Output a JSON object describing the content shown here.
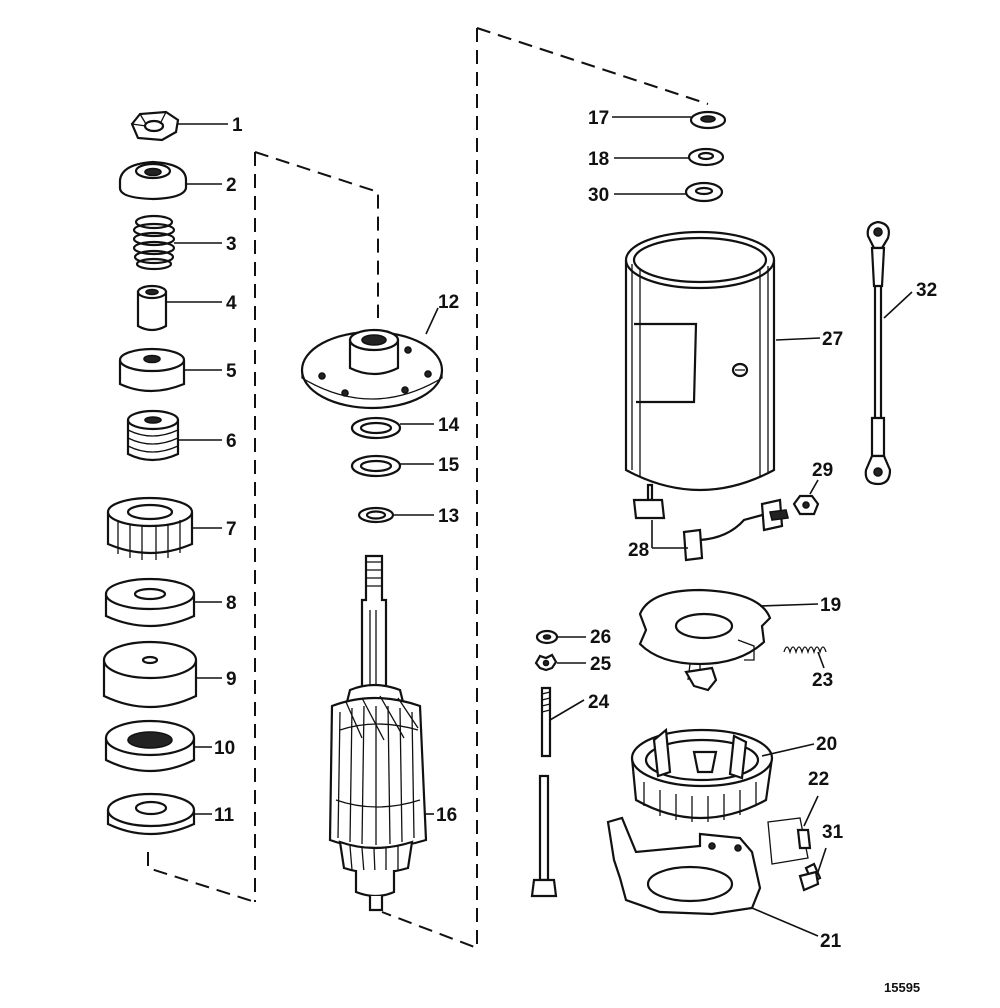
{
  "figure_number": "15595",
  "callouts": [
    {
      "id": "1",
      "label": "1"
    },
    {
      "id": "2",
      "label": "2"
    },
    {
      "id": "3",
      "label": "3"
    },
    {
      "id": "4",
      "label": "4"
    },
    {
      "id": "5",
      "label": "5"
    },
    {
      "id": "6",
      "label": "6"
    },
    {
      "id": "7",
      "label": "7"
    },
    {
      "id": "8",
      "label": "8"
    },
    {
      "id": "9",
      "label": "9"
    },
    {
      "id": "10",
      "label": "10"
    },
    {
      "id": "11",
      "label": "11"
    },
    {
      "id": "12",
      "label": "12"
    },
    {
      "id": "13",
      "label": "13"
    },
    {
      "id": "14",
      "label": "14"
    },
    {
      "id": "15",
      "label": "15"
    },
    {
      "id": "16",
      "label": "16"
    },
    {
      "id": "17",
      "label": "17"
    },
    {
      "id": "18",
      "label": "18"
    },
    {
      "id": "19",
      "label": "19"
    },
    {
      "id": "20",
      "label": "20"
    },
    {
      "id": "21",
      "label": "21"
    },
    {
      "id": "22",
      "label": "22"
    },
    {
      "id": "23",
      "label": "23"
    },
    {
      "id": "24",
      "label": "24"
    },
    {
      "id": "25",
      "label": "25"
    },
    {
      "id": "26",
      "label": "26"
    },
    {
      "id": "27",
      "label": "27"
    },
    {
      "id": "28",
      "label": "28"
    },
    {
      "id": "29",
      "label": "29"
    },
    {
      "id": "30",
      "label": "30"
    },
    {
      "id": "31",
      "label": "31"
    },
    {
      "id": "32",
      "label": "32"
    }
  ]
}
